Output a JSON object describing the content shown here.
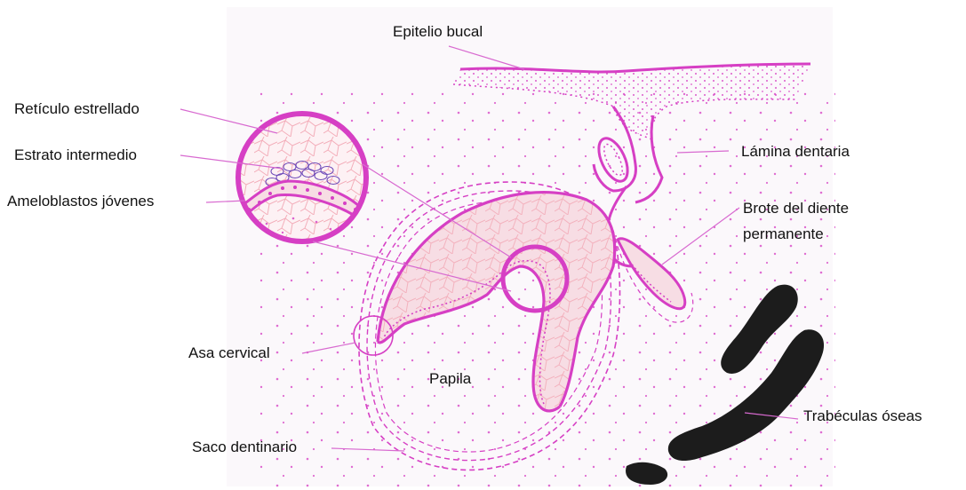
{
  "labels": {
    "epitelio_bucal": "Epitelio bucal",
    "reticulo_estrellado": "Retículo estrellado",
    "estrato_intermedio": "Estrato intermedio",
    "ameloblastos_jovenes": "Ameloblastos jóvenes",
    "lamina_dentaria": "Lámina dentaria",
    "brote_line1": "Brote del diente",
    "brote_line2": "permanente",
    "asa_cervical": "Asa cervical",
    "papila": "Papila",
    "saco_dentinario": "Saco dentinario",
    "trabeculas_oseas": "Trabéculas óseas"
  },
  "colors": {
    "magenta": "#d63fc4",
    "pink_fill": "#f7dde4",
    "network": "#f2a7b4",
    "purple": "#6d49b8",
    "bone": "#1c1c1c",
    "leader": "#d86ad0"
  }
}
